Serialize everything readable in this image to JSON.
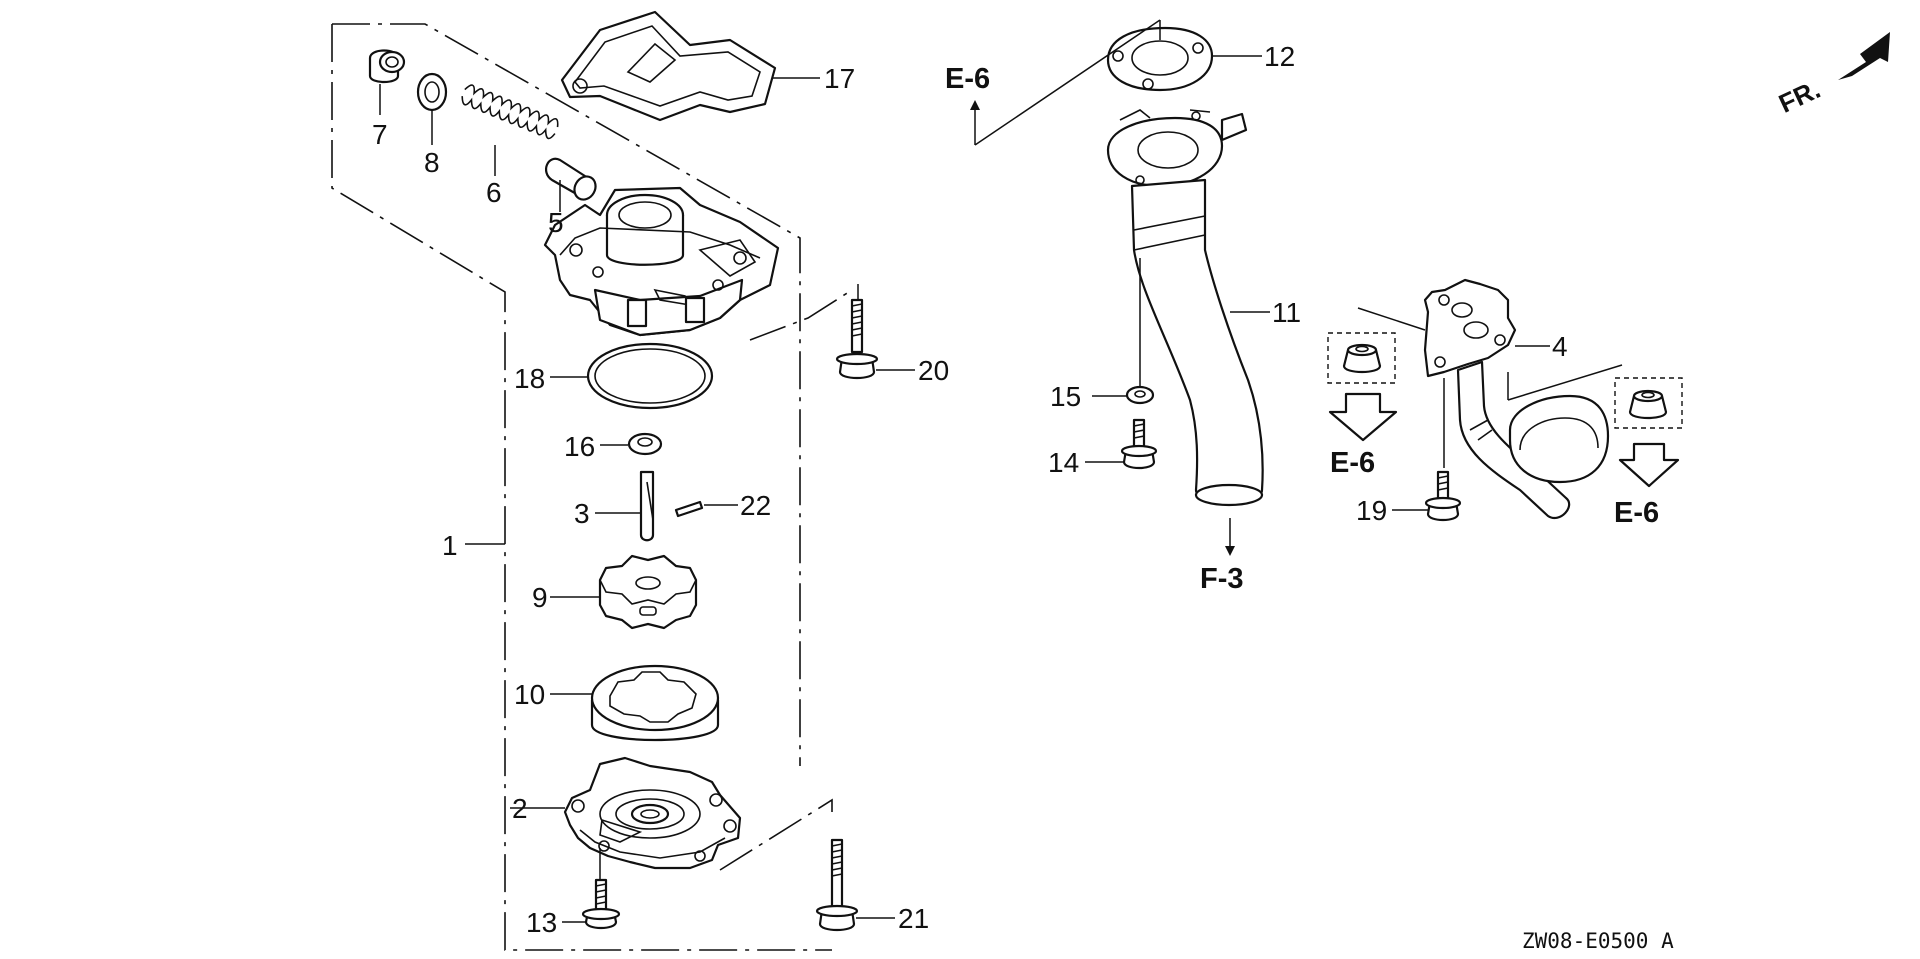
{
  "diagram": {
    "callouts": [
      "1",
      "2",
      "3",
      "4",
      "5",
      "6",
      "7",
      "8",
      "9",
      "10",
      "11",
      "12",
      "13",
      "14",
      "15",
      "16",
      "17",
      "18",
      "19",
      "20",
      "21",
      "22"
    ],
    "references": {
      "e6_top": "E-6",
      "e6_left_arrow": "E-6",
      "e6_right_arrow": "E-6",
      "f3": "F-3"
    },
    "front_indicator": "FR.",
    "diagram_code": "ZW08-E0500 A",
    "colors": {
      "line": "#111111",
      "background": "#ffffff"
    }
  }
}
